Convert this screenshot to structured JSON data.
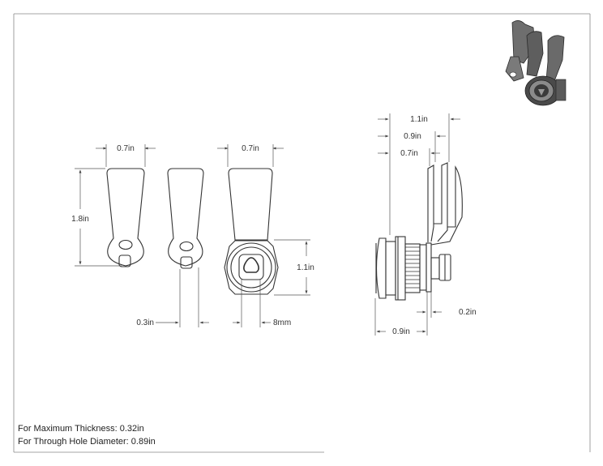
{
  "dimensions": {
    "lever_width_1": "0.7in",
    "lever_width_2": "0.7in",
    "lever_length": "1.8in",
    "cam_thickness": "0.3in",
    "tri_bit": "8mm",
    "body_height": "1.1in",
    "side_overall": "1.1in",
    "side_mid": "0.9in",
    "side_short": "0.7in",
    "side_cam": "0.2in",
    "side_bottom": "0.9in"
  },
  "notes": {
    "max_thickness": "For Maximum Thickness: 0.32in",
    "hole_diameter": "For Through Hole Diameter: 0.89in"
  }
}
